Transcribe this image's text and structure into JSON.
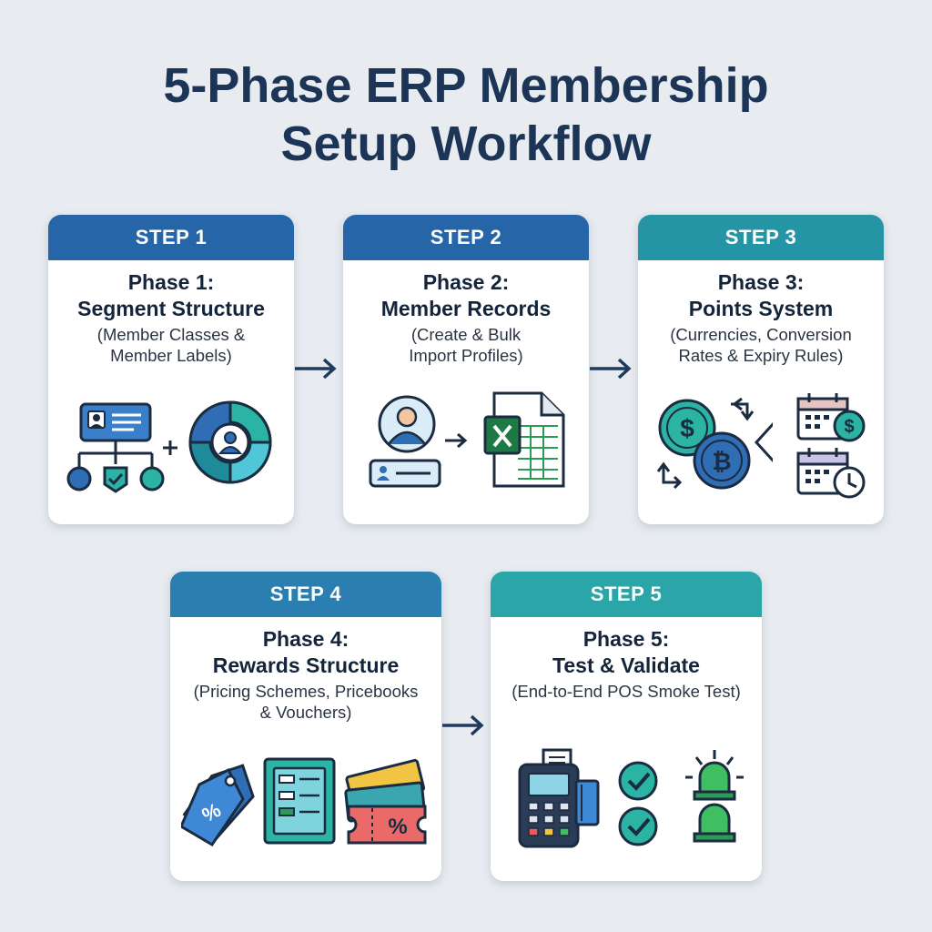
{
  "title": "5-Phase ERP Membership Setup Workflow",
  "title_lines": [
    "5-Phase ERP Membership",
    "Setup Workflow"
  ],
  "colors": {
    "background": "#e8ecf1",
    "title": "#1c3557",
    "header_blue": "#2665a8",
    "header_teal": "#2595a6",
    "arrow": "#1e3a5c"
  },
  "steps": [
    {
      "step": "STEP 1",
      "phase": "Phase 1:",
      "name": "Segment Structure",
      "sub1": "(Member Classes &",
      "sub2": "Member Labels)",
      "icons": [
        "id-card-icon",
        "hierarchy-icon",
        "plus-icon",
        "segment-donut-icon"
      ]
    },
    {
      "step": "STEP 2",
      "phase": "Phase 2:",
      "name": "Member Records",
      "sub1": "(Create & Bulk",
      "sub2": "Import Profiles)",
      "icons": [
        "user-profile-icon",
        "id-card-icon",
        "arrow-icon",
        "spreadsheet-icon"
      ]
    },
    {
      "step": "STEP 3",
      "phase": "Phase 3:",
      "name": "Points System",
      "sub1": "(Currencies, Conversion",
      "sub2": "Rates & Expiry Rules)",
      "icons": [
        "dollar-coin-icon",
        "bitcoin-coin-icon",
        "exchange-arrows-icon",
        "calendar-dollar-icon",
        "calendar-clock-icon"
      ]
    },
    {
      "step": "STEP 4",
      "phase": "Phase 4:",
      "name": "Rewards Structure",
      "sub1": "(Pricing Schemes, Pricebooks",
      "sub2": "& Vouchers)",
      "icons": [
        "price-tag-icon",
        "pricebook-icon",
        "voucher-icon"
      ]
    },
    {
      "step": "STEP 5",
      "phase": "Phase 5:",
      "name": "Test & Validate",
      "sub1": "(End-to-End POS Smoke Test)",
      "sub2": "",
      "icons": [
        "pos-terminal-icon",
        "check-icon",
        "green-light-icon"
      ]
    }
  ]
}
